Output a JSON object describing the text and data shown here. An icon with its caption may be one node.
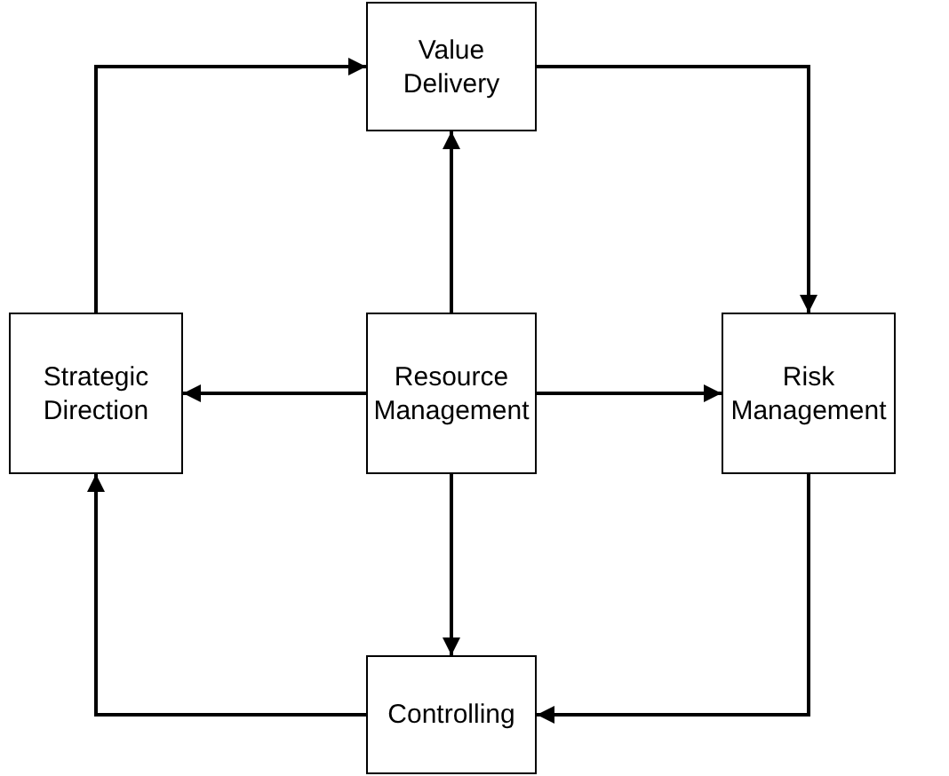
{
  "diagram": {
    "nodes": [
      {
        "text": [
          "Value Delivery"
        ]
      },
      {
        "text": [
          "Strategic Direction"
        ]
      },
      {
        "text": [
          "Resource Management"
        ]
      },
      {
        "text": [
          "Risk Management"
        ]
      },
      {
        "text": [
          "Controlling"
        ]
      }
    ],
    "edges": [
      {
        "from": 1,
        "to": 0,
        "arrow": "to"
      },
      {
        "from": 0,
        "to": 3,
        "arrow": "to"
      },
      {
        "from": 3,
        "to": 4,
        "arrow": "to"
      },
      {
        "from": 4,
        "to": 1,
        "arrow": "to"
      },
      {
        "from": 2,
        "to": 0,
        "arrow": "to"
      },
      {
        "from": 2,
        "to": 1,
        "arrow": "to"
      },
      {
        "from": 2,
        "to": 3,
        "arrow": "to"
      },
      {
        "from": 2,
        "to": 4,
        "arrow": "to"
      }
    ]
  }
}
